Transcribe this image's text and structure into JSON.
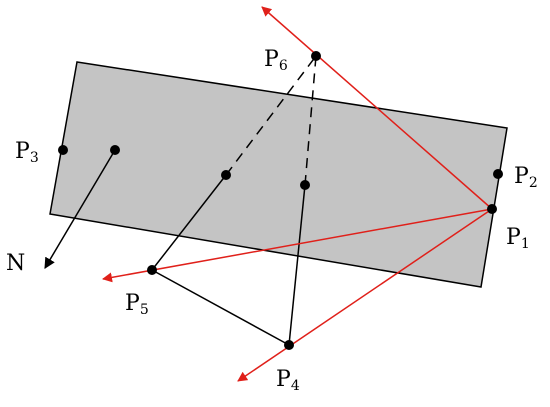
{
  "colors": {
    "plane_fill": "#c4c4c4",
    "plane_stroke": "#000000",
    "ray": "#e0201a",
    "edge": "#000000",
    "point": "#000000"
  },
  "labels": {
    "P1": {
      "base": "P",
      "sub": "1"
    },
    "P2": {
      "base": "P",
      "sub": "2"
    },
    "P3": {
      "base": "P",
      "sub": "3"
    },
    "P4": {
      "base": "P",
      "sub": "4"
    },
    "P5": {
      "base": "P",
      "sub": "5"
    },
    "P6": {
      "base": "P",
      "sub": "6"
    },
    "N": "N"
  }
}
